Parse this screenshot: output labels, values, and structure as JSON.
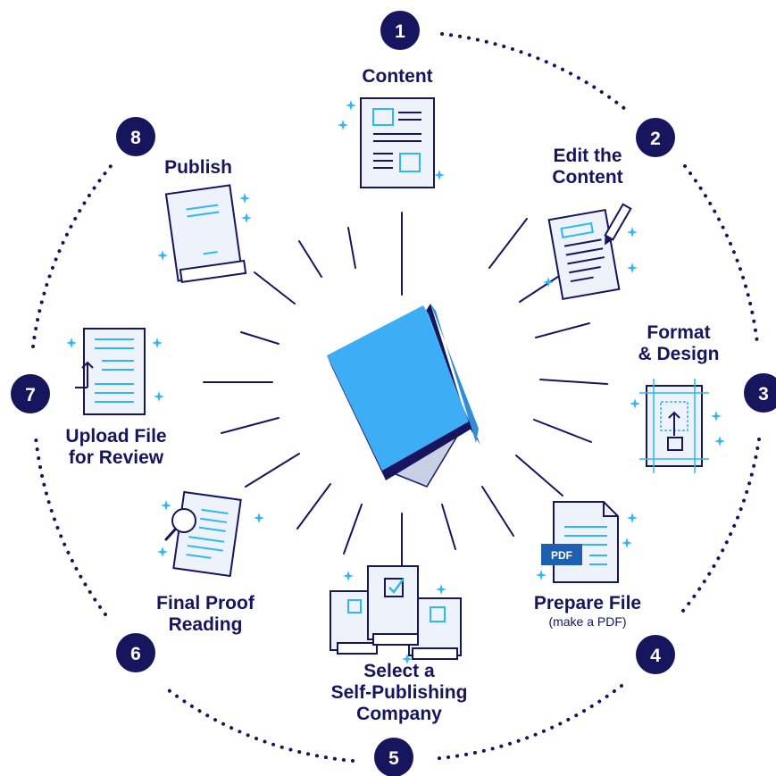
{
  "colors": {
    "navy": "#16155e",
    "accent": "#2bb8f5",
    "book_blue": "#3daef5",
    "paper": "#eef2fa"
  },
  "center": {
    "icon": "open-book-icon"
  },
  "steps": [
    {
      "number": "1",
      "lines": [
        "Content"
      ],
      "icon": "document-layout-icon"
    },
    {
      "number": "2",
      "lines": [
        "Edit the",
        "Content"
      ],
      "icon": "edit-document-icon"
    },
    {
      "number": "3",
      "lines": [
        "Format",
        "& Design"
      ],
      "icon": "layout-grid-icon"
    },
    {
      "number": "4",
      "lines": [
        "Prepare File"
      ],
      "note": "(make a PDF)",
      "icon": "pdf-file-icon",
      "badge": "PDF"
    },
    {
      "number": "5",
      "lines": [
        "Select a",
        "Self-Publishing",
        "Company"
      ],
      "icon": "books-selection-icon"
    },
    {
      "number": "6",
      "lines": [
        "Final Proof",
        "Reading"
      ],
      "icon": "magnifier-document-icon"
    },
    {
      "number": "7",
      "lines": [
        "Upload File",
        "for Review"
      ],
      "icon": "upload-document-icon"
    },
    {
      "number": "8",
      "lines": [
        "Publish"
      ],
      "icon": "book-icon"
    }
  ]
}
